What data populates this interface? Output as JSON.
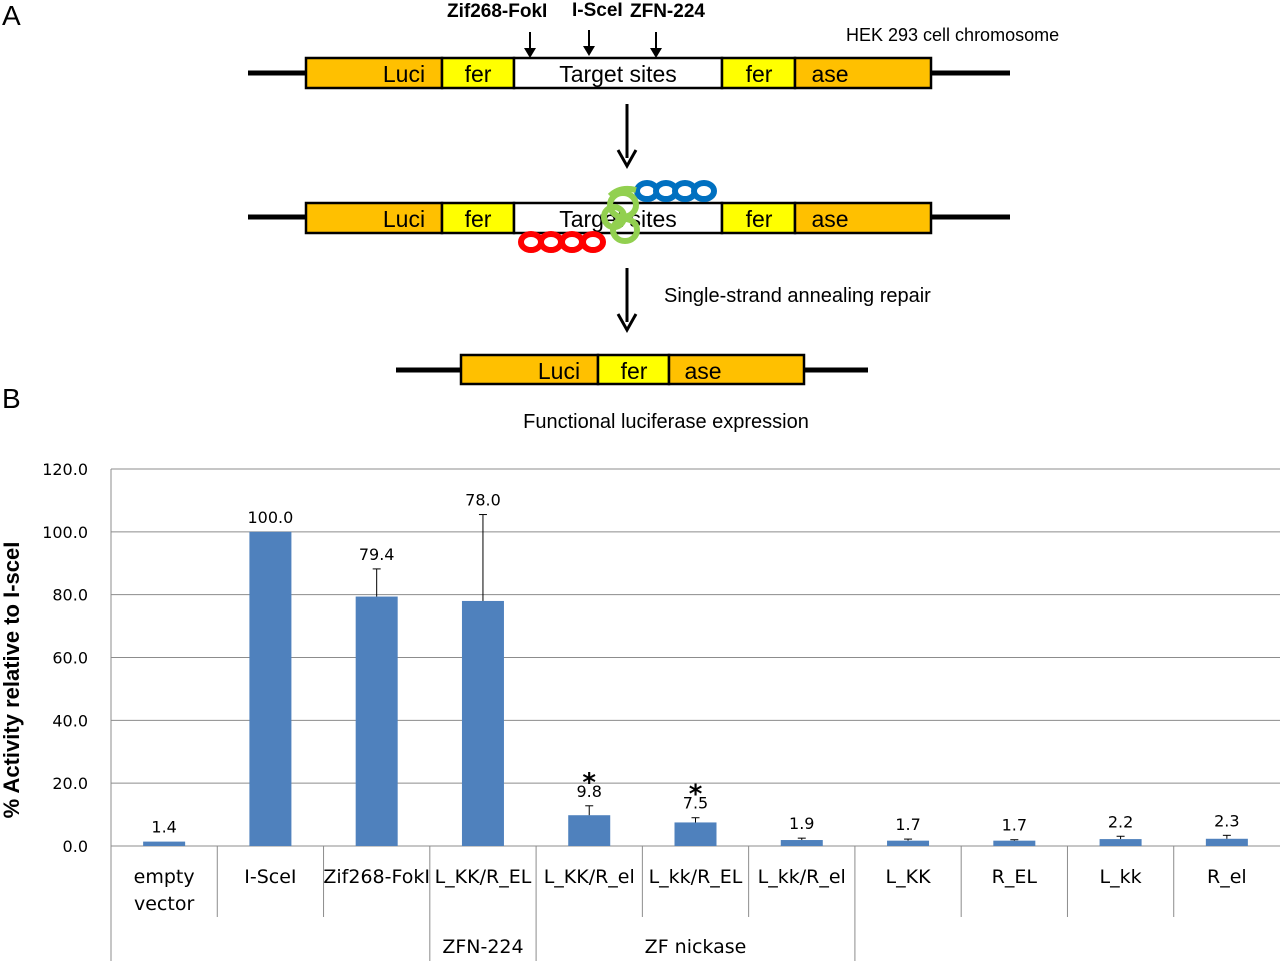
{
  "panels": {
    "a": "A",
    "b": "B"
  },
  "diagram": {
    "site_labels": [
      "Zif268-FokI",
      "I-SceI",
      "ZFN-224"
    ],
    "cell_label": "HEK 293 cell chromosome",
    "segments": [
      "Luci",
      "fer",
      "Target sites",
      "fer",
      "ase"
    ],
    "final_segments": [
      "Luci",
      "fer",
      "ase"
    ],
    "repair_label": "Single-strand annealing repair",
    "expression_label": "Functional luciferase expression",
    "colors": {
      "orange": "#ffc000",
      "yellow": "#ffff00",
      "blue_protein": "#0070c0",
      "red_protein": "#ff0000",
      "green_protein": "#92d050"
    }
  },
  "chart_data": {
    "type": "bar",
    "ylabel": "% Activity relative to I-sceI",
    "ylim": [
      0,
      120
    ],
    "yticks": [
      "0.0",
      "20.0",
      "40.0",
      "60.0",
      "80.0",
      "100.0",
      "120.0"
    ],
    "grid": true,
    "bar_color": "#4f81bd",
    "categories": [
      [
        "empty",
        "vector"
      ],
      [
        "I-SceI"
      ],
      [
        "Zif268-FokI"
      ],
      [
        "L_KK/R_EL"
      ],
      [
        "L_KK/R_el"
      ],
      [
        "L_kk/R_EL"
      ],
      [
        "L_kk/R_el"
      ],
      [
        "L_KK"
      ],
      [
        "R_EL"
      ],
      [
        "L_kk"
      ],
      [
        "R_el"
      ]
    ],
    "values": [
      1.4,
      100.0,
      79.4,
      78.0,
      9.8,
      7.5,
      1.9,
      1.7,
      1.7,
      2.2,
      2.3
    ],
    "value_labels": [
      "1.4",
      "100.0",
      "79.4",
      "78.0",
      "9.8",
      "7.5",
      "1.9",
      "1.7",
      "1.7",
      "2.2",
      "2.3"
    ],
    "errors": [
      0.0,
      0.0,
      8.8,
      27.5,
      3.0,
      1.5,
      0.6,
      0.5,
      0.3,
      0.9,
      1.1
    ],
    "significant": [
      false,
      false,
      false,
      false,
      true,
      true,
      false,
      false,
      false,
      false,
      false
    ],
    "significance_marker": "*",
    "groups": [
      {
        "label": "ZFN-224",
        "from": 3,
        "to": 3
      },
      {
        "label": "ZF nickase",
        "from": 4,
        "to": 6
      }
    ]
  }
}
